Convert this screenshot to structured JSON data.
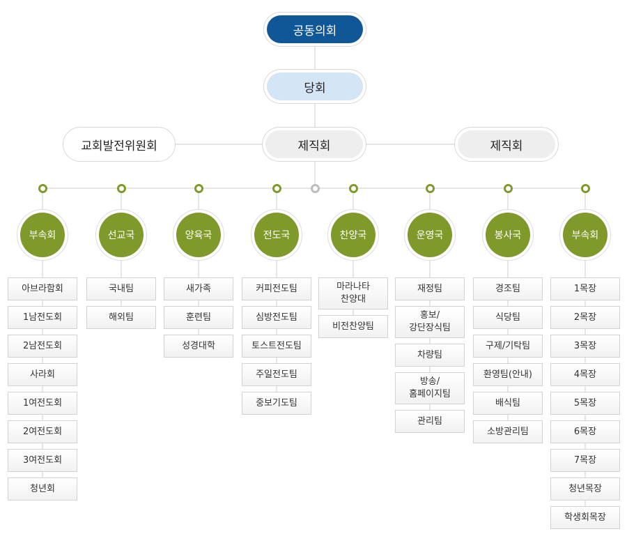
{
  "top": {
    "label": "공동의회"
  },
  "party": {
    "label": "당회"
  },
  "left_committee": {
    "label": "교회발전위원회"
  },
  "center_committee": {
    "label": "제직회"
  },
  "right_committee": {
    "label": "제직회"
  },
  "departments": [
    {
      "label": "부속회",
      "teams": [
        "아브라함회",
        "1남전도회",
        "2남전도회",
        "사라회",
        "1여전도회",
        "2여전도회",
        "3여전도회",
        "청년회"
      ]
    },
    {
      "label": "선교국",
      "teams": [
        "국내팀",
        "해외팀"
      ]
    },
    {
      "label": "양육국",
      "teams": [
        "새가족",
        "훈련팀",
        "성경대학"
      ]
    },
    {
      "label": "전도국",
      "teams": [
        "커피전도팀",
        "심방전도팀",
        "토스트전도팀",
        "주일전도팀",
        "중보기도팀"
      ]
    },
    {
      "label": "찬양국",
      "teams": [
        "마라나타\n찬양대",
        "비전찬양팀"
      ]
    },
    {
      "label": "운영국",
      "teams": [
        "재정팀",
        "홍보/\n강단장식팀",
        "차량팀",
        "방송/\n홈페이지팀",
        "관리팀"
      ]
    },
    {
      "label": "봉사국",
      "teams": [
        "경조팀",
        "식당팀",
        "구제/기탁팀",
        "환영팀(안내)",
        "배식팀",
        "소방관리팀"
      ]
    },
    {
      "label": "부속회",
      "teams": [
        "1목장",
        "2목장",
        "3목장",
        "4목장",
        "5목장",
        "6목장",
        "7목장",
        "청년목장",
        "학생회목장"
      ]
    }
  ],
  "colors": {
    "top_fill": "#0f5797",
    "party_fill": "#d4e5f5",
    "dept_fill": "#7f9a2a",
    "line": "#cccccc"
  }
}
